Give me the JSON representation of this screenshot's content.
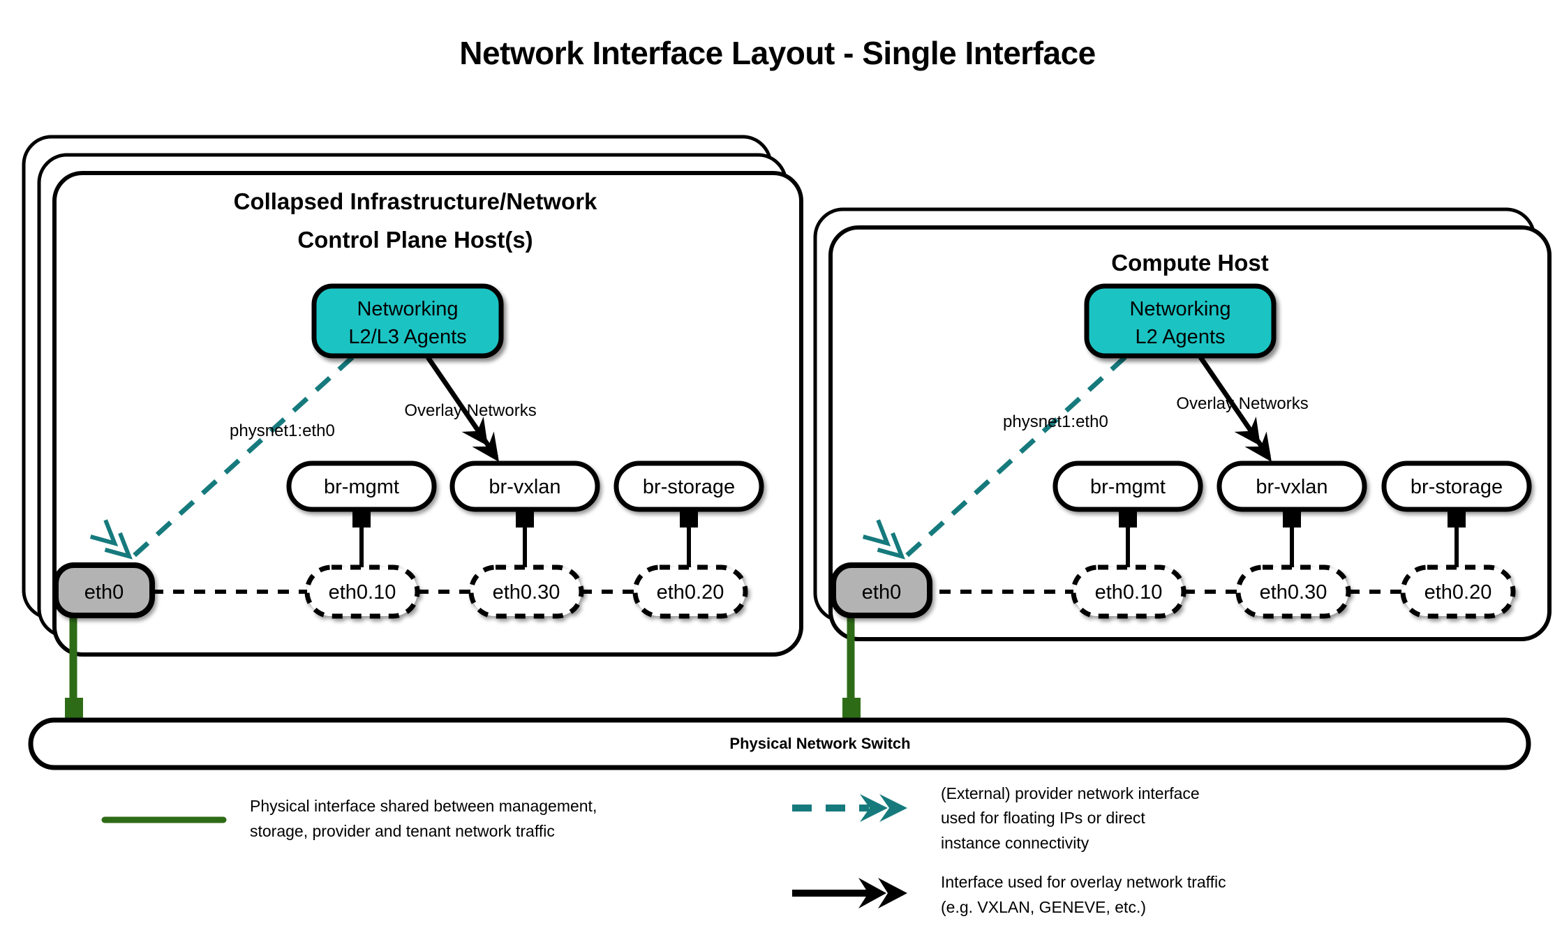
{
  "title": "Network Interface Layout - Single Interface",
  "colors": {
    "agent_fill": "#1fc3c3",
    "nic_fill": "#b3b3b3",
    "provider_teal": "#167a7d",
    "physical_green": "#2e6b17",
    "outline": "#000000",
    "background": "#ffffff"
  },
  "hosts": [
    {
      "id": "control-plane-host",
      "title_line1": "Collapsed Infrastructure/Network",
      "title_line2": "Control Plane Host(s)",
      "stack_count": 3,
      "agent": {
        "line1": "Networking",
        "line2": "L2/L3 Agents"
      },
      "provider_label": "physnet1:eth0",
      "overlay_label": "Overlay Networks",
      "nic": "eth0",
      "bridges": [
        {
          "bridge": "br-mgmt",
          "vlan": "eth0.10"
        },
        {
          "bridge": "br-vxlan",
          "vlan": "eth0.30"
        },
        {
          "bridge": "br-storage",
          "vlan": "eth0.20"
        }
      ]
    },
    {
      "id": "compute-host",
      "title_line1": "Compute Host",
      "title_line2": "",
      "stack_count": 2,
      "agent": {
        "line1": "Networking",
        "line2": "L2 Agents"
      },
      "provider_label": "physnet1:eth0",
      "overlay_label": "Overlay Networks",
      "nic": "eth0",
      "bridges": [
        {
          "bridge": "br-mgmt",
          "vlan": "eth0.10"
        },
        {
          "bridge": "br-vxlan",
          "vlan": "eth0.30"
        },
        {
          "bridge": "br-storage",
          "vlan": "eth0.20"
        }
      ]
    }
  ],
  "switch": {
    "label": "Physical Network Switch"
  },
  "legend": [
    {
      "id": "physical-interface",
      "style": "solid-green-line",
      "lines": [
        "Physical interface shared between management,",
        "storage, provider and tenant network traffic"
      ]
    },
    {
      "id": "provider-network-interface",
      "style": "dashed-teal-double-chevron",
      "lines": [
        "(External) provider network interface",
        "used for floating IPs or direct",
        "instance connectivity"
      ]
    },
    {
      "id": "overlay-network-interface",
      "style": "solid-black-double-arrow",
      "lines": [
        "Interface used for overlay network traffic",
        "(e.g. VXLAN, GENEVE, etc.)"
      ]
    }
  ]
}
